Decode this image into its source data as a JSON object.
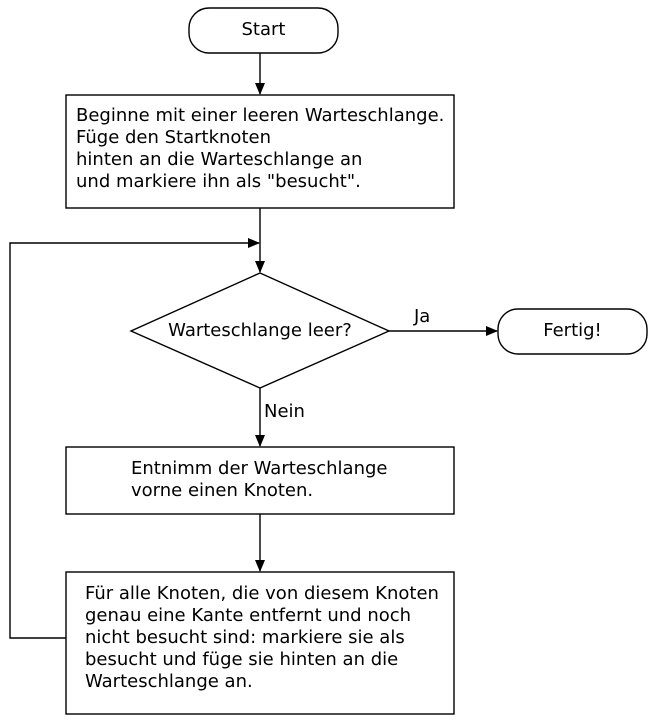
{
  "nodes": {
    "start": {
      "label": "Start"
    },
    "init": {
      "lines": [
        "Beginne mit einer leeren Warteschlange.",
        "Füge den Startknoten",
        "hinten an die Warteschlange an",
        "und markiere ihn als \"besucht\"."
      ]
    },
    "decision": {
      "label": "Warteschlange leer?"
    },
    "done": {
      "label": "Fertig!"
    },
    "dequeue": {
      "lines": [
        "Entnimm der Warteschlange",
        "vorne einen Knoten."
      ]
    },
    "visit": {
      "lines": [
        "Für alle Knoten, die von diesem Knoten",
        "genau eine Kante entfernt und noch",
        "nicht besucht sind: markiere sie als",
        "besucht und füge sie hinten an die",
        "Warteschlange an."
      ]
    }
  },
  "edges": {
    "yes_label": "Ja",
    "no_label": "Nein"
  }
}
